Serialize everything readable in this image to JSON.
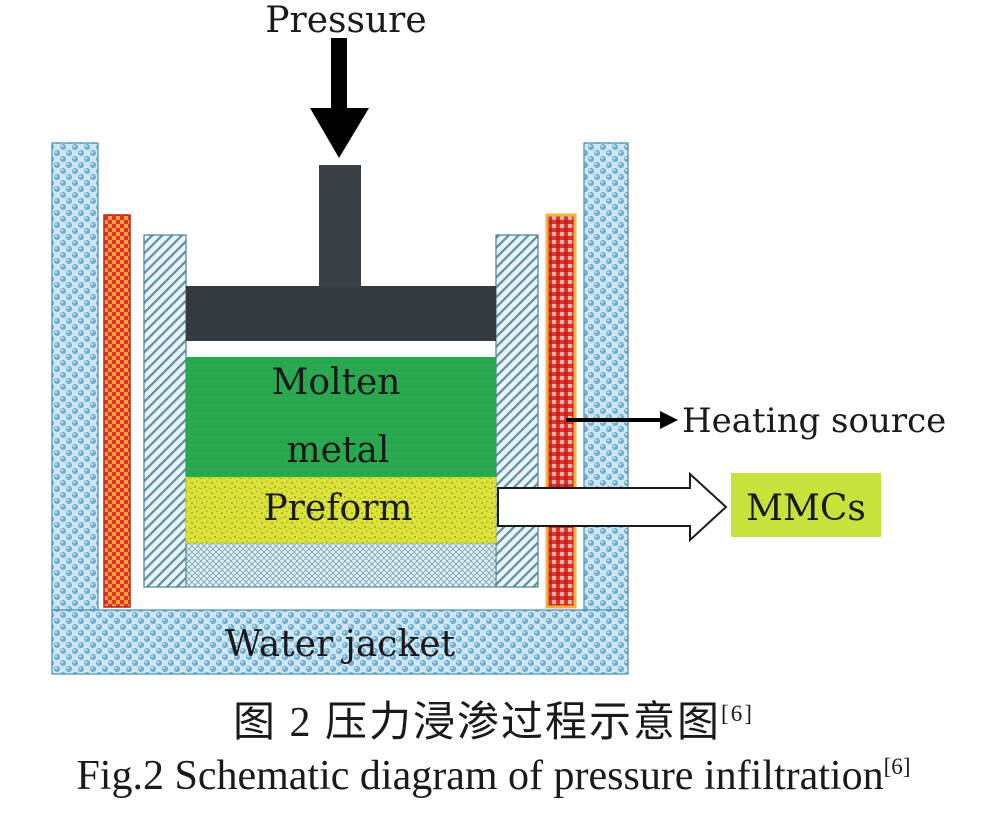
{
  "diagram": {
    "labels": {
      "pressure": "Pressure",
      "molten_line1": "Molten",
      "molten_line2": "metal",
      "preform": "Preform",
      "heating_source": "Heating source",
      "mmcs": "MMCs",
      "water_jacket": "Water jacket"
    },
    "colors": {
      "water_jacket": "#8fc3dd",
      "water_bubble": "#5fa2cc",
      "mold_hatch": "#5c8fa6",
      "heater_red": "#e0322a",
      "heater_orange": "#f3a33a",
      "piston": "#343a40",
      "molten_metal": "#2aa84f",
      "preform": "#dde23a",
      "mmcs_box": "#c7e23a"
    }
  },
  "caption": {
    "chinese": "图 2  压力浸渗过程示意图",
    "chinese_ref": "[6]",
    "english": "Fig.2  Schematic diagram of pressure infiltration",
    "english_ref": "[6]"
  }
}
